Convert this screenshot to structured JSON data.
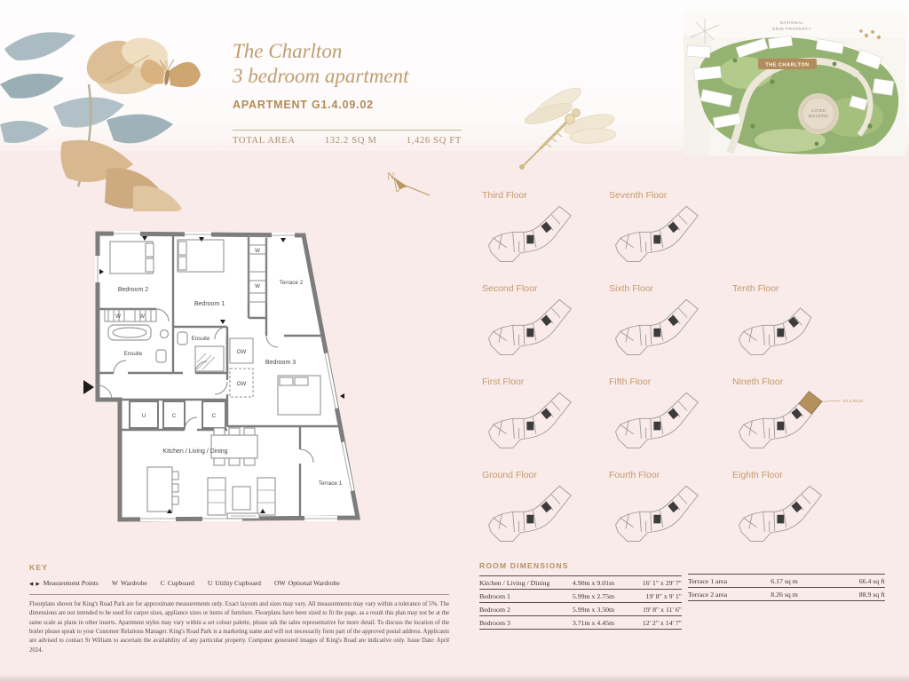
{
  "header": {
    "title_line1": "The Charlton",
    "title_line2": "3 bedroom apartment",
    "apartment": "APARTMENT G1.4.09.02",
    "total_area_label": "TOTAL AREA",
    "area_sqm": "132.2 SQ M",
    "area_sqft": "1,426 SQ FT"
  },
  "compass": {
    "north": "N"
  },
  "site_map": {
    "national_grid_line1": "NATIONAL",
    "national_grid_line2": "GRID PROPERTY",
    "charlton": "THE CHARLTON",
    "listed_line1": "LISTED",
    "listed_line2": "BUILDING"
  },
  "unit_label": "G1.4.09.02",
  "floors": [
    {
      "label": "Third Floor",
      "row": 1,
      "col": 1,
      "variant": "std"
    },
    {
      "label": "Seventh Floor",
      "row": 1,
      "col": 2,
      "variant": "std"
    },
    {
      "label": "Second Floor",
      "row": 2,
      "col": 1,
      "variant": "std"
    },
    {
      "label": "Sixth Floor",
      "row": 2,
      "col": 2,
      "variant": "std"
    },
    {
      "label": "Tenth Floor",
      "row": 2,
      "col": 3,
      "variant": "upper"
    },
    {
      "label": "First Floor",
      "row": 3,
      "col": 1,
      "variant": "std"
    },
    {
      "label": "Fifth Floor",
      "row": 3,
      "col": 2,
      "variant": "std"
    },
    {
      "label": "Nineth Floor",
      "row": 3,
      "col": 3,
      "variant": "highlight"
    },
    {
      "label": "Ground Floor",
      "row": 4,
      "col": 1,
      "variant": "std"
    },
    {
      "label": "Fourth Floor",
      "row": 4,
      "col": 2,
      "variant": "std"
    },
    {
      "label": "Eighth Floor",
      "row": 4,
      "col": 3,
      "variant": "std"
    }
  ],
  "floorplan": {
    "labels": {
      "bedroom2": "Bedroom 2",
      "bedroom1": "Bedroom 1",
      "bedroom3": "Bedroom 3",
      "terrace2": "Terrace 2",
      "terrace1": "Terrace 1",
      "ensuite1": "Ensuite",
      "ensuite2": "Ensuite",
      "kitchen": "Kitchen / Living / Dining",
      "w1": "W",
      "w2": "W",
      "w3": "W",
      "w4": "W",
      "ow1": "OW",
      "ow2": "OW",
      "u": "U",
      "c1": "C",
      "c2": "C"
    }
  },
  "key": {
    "title": "KEY",
    "items": [
      {
        "symbol": "◀ ▶",
        "label": "Measurement Points",
        "small_symbol": true
      },
      {
        "symbol": "W",
        "label": "Wardrobe"
      },
      {
        "symbol": "C",
        "label": "Cupboard"
      },
      {
        "symbol": "U",
        "label": "Utility Cupboard"
      },
      {
        "symbol": "OW",
        "label": "Optional Wardrobe"
      }
    ]
  },
  "room_dimensions": {
    "title": "ROOM DIMENSIONS",
    "rows": [
      {
        "name": "Kitchen / Living / Dining",
        "metric": "4.90m x 9.01m",
        "imperial": "16' 1\" x 29' 7\""
      },
      {
        "name": "Bedroom 1",
        "metric": "5.99m x 2.75m",
        "imperial": "19' 8\" x 9' 1\""
      },
      {
        "name": "Bedroom 2",
        "metric": "5.99m x 3.50m",
        "imperial": "19' 8\" x 11' 6\""
      },
      {
        "name": "Bedroom 3",
        "metric": "3.71m x 4.45m",
        "imperial": "12' 2\" x 14' 7\""
      }
    ]
  },
  "terrace_areas": {
    "rows": [
      {
        "name": "Terrace 1 area",
        "metric": "6.17 sq m",
        "imperial": "66.4 sq ft"
      },
      {
        "name": "Terrace 2 area",
        "metric": "8.26 sq m",
        "imperial": "88.9 sq ft"
      }
    ]
  },
  "disclaimer": "Floorplans shown for King's Road Park are for approximate measurements only. Exact layouts and sizes may vary. All measurements may vary within a tolerance of 5%. The dimensions are not intended to be used for carpet sizes, appliance sizes or items of furniture. Floorplans have been sized to fit the page, as a result this plan may not be at the same scale as plans in other inserts. Apartment styles may vary within a set colour palette, please ask the sales representative for more detail. To discuss the location of the boiler please speak to your Customer Relations Manager. King's Road Park is a marketing name and will not necessarily form part of the approved postal address. Applicants are advised to contact St William to ascertain the availability of any particular property. Computer generated images of King's Road are indicative only. Issue Date: April 2024.",
  "colors": {
    "accent_gold": "#b8905f",
    "highlight_gold": "#b4905c",
    "wall_grey": "#7d7d7d",
    "page_pink": "#f9ebe9",
    "text_sepia": "#3f342b"
  }
}
